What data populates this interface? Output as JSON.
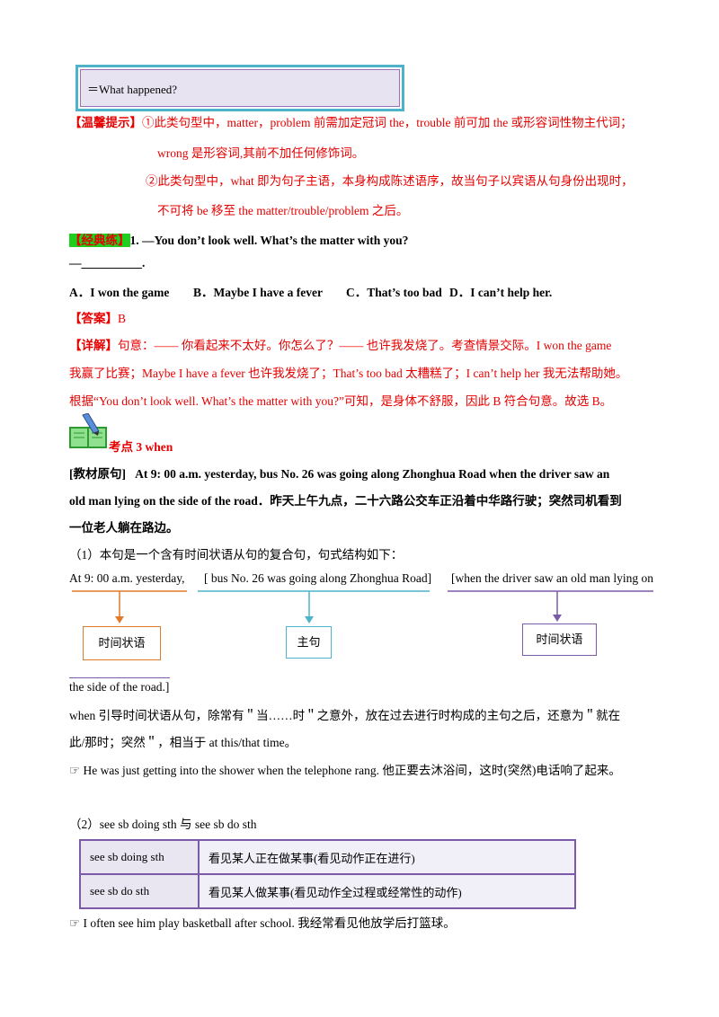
{
  "box": {
    "text": "＝What happened?"
  },
  "tip": {
    "label": "【温馨提示】",
    "line1": "①此类句型中，matter，problem 前需加定冠词 the，trouble 前可加 the 或形容词性物主代词；",
    "line2": "wrong 是形容词,其前不加任何修饰词。",
    "line3": "②此类句型中，what 即为句子主语，本身构成陈述语序，故当句子以宾语从句身份出现时，",
    "line4": "不可将 be 移至 the matter/trouble/problem 之后。"
  },
  "exercise": {
    "label": "【经典练】",
    "question": "1. —You don’t look well. What’s the matter with you?",
    "blank": "—__________.",
    "options": {
      "a": "A．I won the game",
      "b": "B．Maybe I have a fever",
      "c": "C．That’s too bad",
      "d": "D．I can’t help her."
    },
    "answer_label": "【答案】",
    "answer": "B",
    "detail_label": "【详解】",
    "detail1": "句意：——  你看起来不太好。你怎么了？——  也许我发烧了。考查情景交际。I won the game",
    "detail2": "我赢了比赛；Maybe I have a fever 也许我发烧了；That’s too bad 太糟糕了；I can’t help her 我无法帮助她。",
    "detail3": "根据“You don’t look well. What’s the matter with you?”可知，是身体不舒服，因此 B 符合句意。故选 B。"
  },
  "section": {
    "title": "考点  3 when",
    "source_label": "[教材原句]",
    "source1": "At 9: 00 a.m. yesterday, bus No. 26 was going along Zhonghua Road when the driver saw an",
    "source2": "old man lying on the side of the road．昨天上午九点，二十六路公交车正沿着中华路行驶；突然司机看到",
    "source3": "一位老人躺在路边。",
    "p1": "（1）本句是一个含有时间状语从句的复合句，句式结构如下：",
    "diagram": {
      "seg1": "At 9: 00 a.m. yesterday,",
      "seg2": "[ bus No. 26 was going along Zhonghua Road]",
      "seg3": "[when the driver saw an old man lying on",
      "box1": "时间状语",
      "box2": "主句",
      "box3": "时间状语",
      "cont": "the side of the road.]"
    },
    "when1": "when 引导时间状语从句，除常有＂当……时＂之意外，放在过去进行时构成的主句之后，还意为＂就在",
    "when2": "此/那时；突然＂，相当于 at this/that time。",
    "ex1": "☞ He was just getting into the shower when the telephone rang. 他正要去沐浴间，这时(突然)电话响了起来。",
    "p2": "（2）see sb doing sth 与 see sb do sth",
    "table": [
      {
        "a": "see sb doing sth",
        "b": "看见某人正在做某事(看见动作正在进行)"
      },
      {
        "a": "see sb do sth",
        "b": "看见某人做某事(看见动作全过程或经常性的动作)"
      }
    ],
    "ex2": "☞ I often see him play basketball after school. 我经常看见他放学后打篮球。"
  },
  "colors": {
    "accent_red": "#e60000",
    "label_green": "#1ecf1e",
    "orange": "#e07b2c",
    "teal": "#4eb3c9",
    "purple": "#7b5aa8"
  }
}
